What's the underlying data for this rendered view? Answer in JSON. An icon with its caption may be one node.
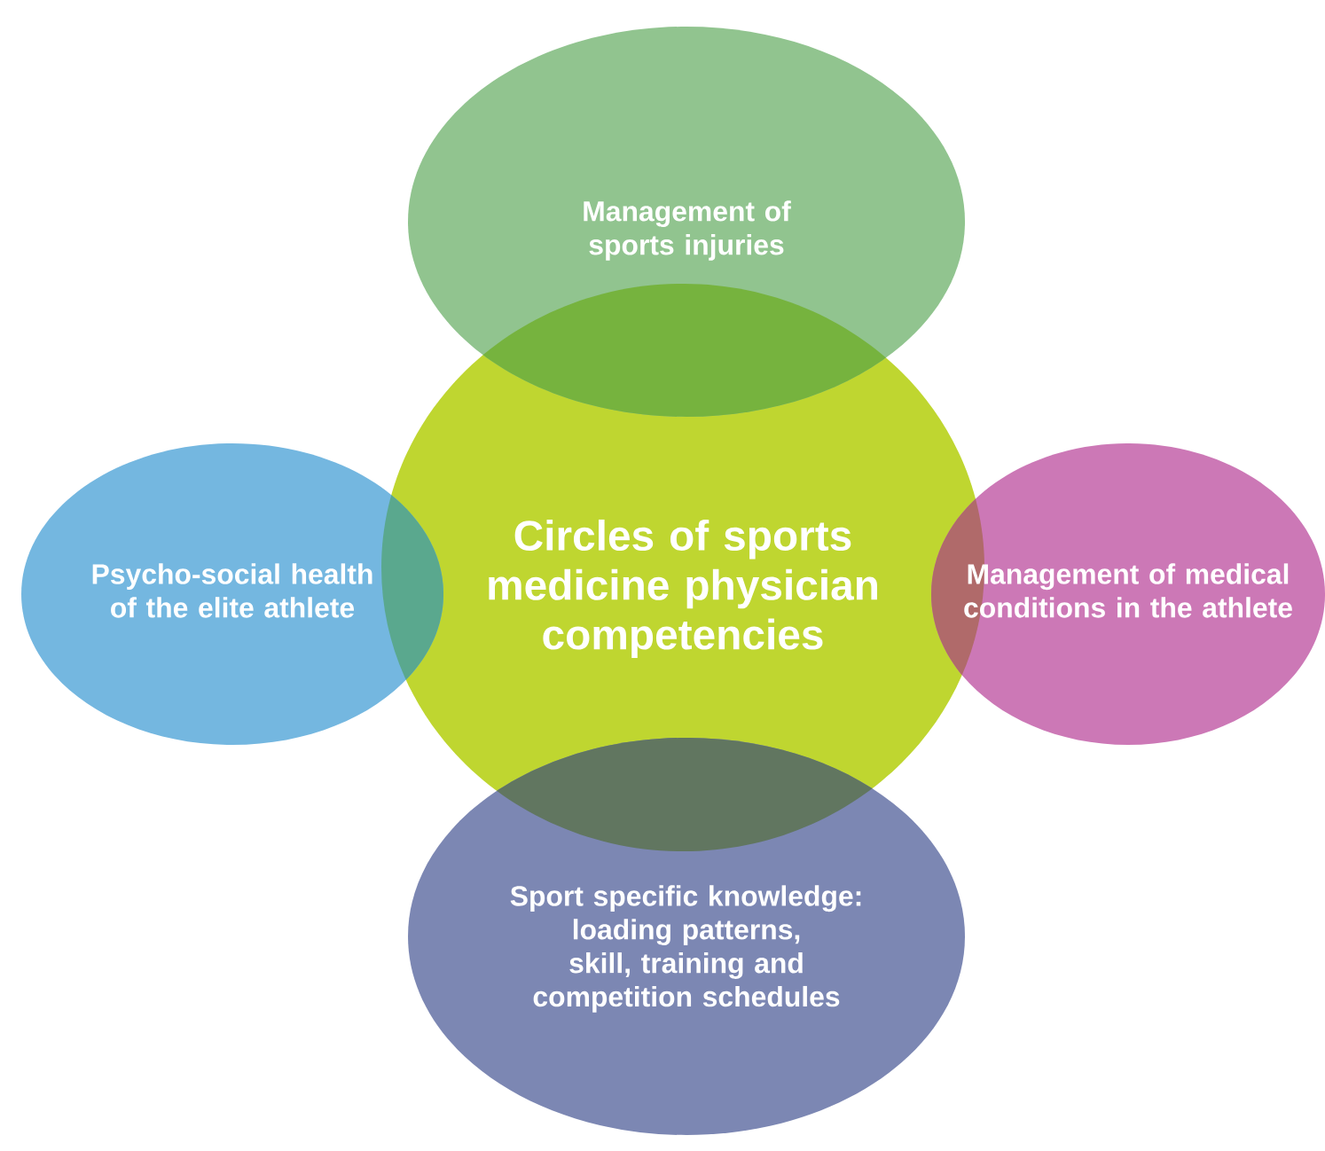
{
  "diagram": {
    "nodes": [
      {
        "text": [
          "Management of sports injuries"
        ]
      },
      {
        "text": [
          "Psycho-social health of the elite athlete"
        ]
      },
      {
        "text": [
          "Circles of sports medicine physician competencies"
        ]
      },
      {
        "text": [
          "Management of medical conditions in the athlete"
        ]
      },
      {
        "text": [
          "Sport specific knowledge: loading patterns, skill, training and competition schedules"
        ]
      }
    ]
  }
}
